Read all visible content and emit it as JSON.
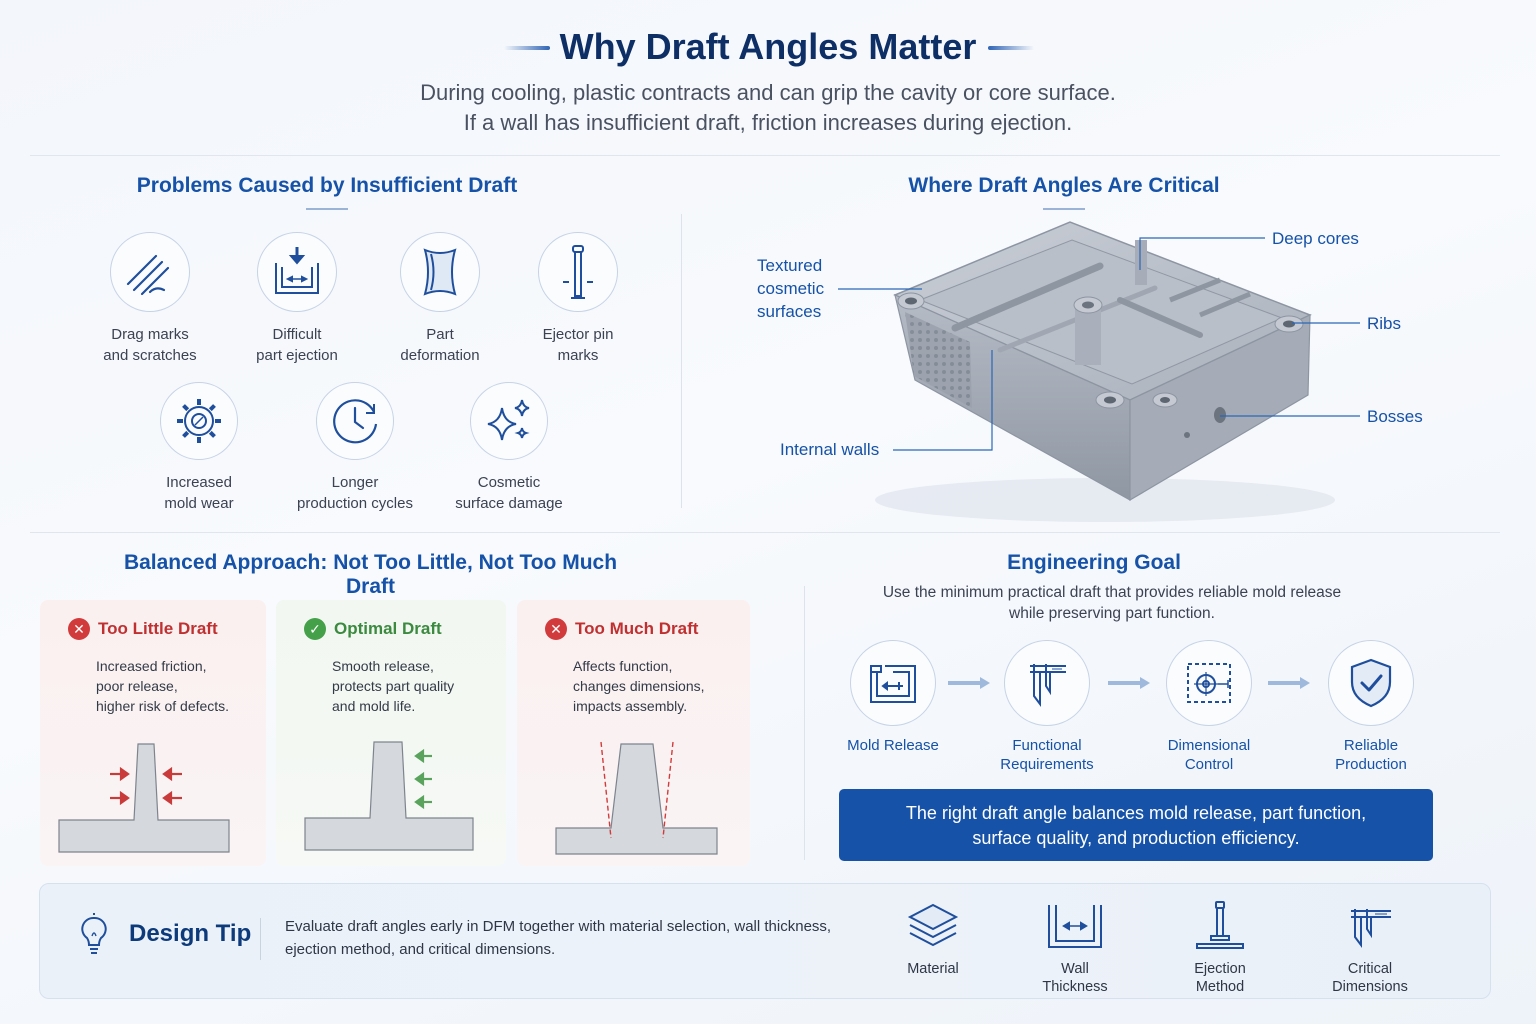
{
  "header": {
    "title": "Why Draft Angles Matter",
    "intro_line1": "During cooling, plastic contracts and can grip the cavity or core surface.",
    "intro_line2": "If a wall has insufficient draft, friction increases during ejection."
  },
  "problems": {
    "title": "Problems Caused by Insufficient Draft",
    "items": [
      {
        "icon": "drag-marks-icon",
        "line1": "Drag marks",
        "line2": "and scratches"
      },
      {
        "icon": "part-ejection-icon",
        "line1": "Difficult",
        "line2": "part ejection"
      },
      {
        "icon": "deformation-icon",
        "line1": "Part",
        "line2": "deformation"
      },
      {
        "icon": "ejector-pin-icon",
        "line1": "Ejector pin",
        "line2": "marks"
      },
      {
        "icon": "gear-icon",
        "line1": "Increased",
        "line2": "mold wear"
      },
      {
        "icon": "clock-icon",
        "line1": "Longer",
        "line2": "production cycles"
      },
      {
        "icon": "sparkle-icon",
        "line1": "Cosmetic",
        "line2": "surface damage"
      }
    ]
  },
  "critical": {
    "title": "Where Draft Angles Are Critical",
    "callouts": {
      "textured_line1": "Textured",
      "textured_line2": "cosmetic",
      "textured_line3": "surfaces",
      "deep_cores": "Deep cores",
      "ribs": "Ribs",
      "bosses": "Bosses",
      "internal_walls": "Internal walls"
    }
  },
  "balanced": {
    "title": "Balanced Approach: Not Too Little, Not Too Much Draft",
    "cards": [
      {
        "status": "bad",
        "title": "Too Little Draft",
        "line1": "Increased friction,",
        "line2": "poor release,",
        "line3": "higher risk of defects."
      },
      {
        "status": "good",
        "title": "Optimal Draft",
        "line1": "Smooth release,",
        "line2": "protects part quality",
        "line3": "and mold life."
      },
      {
        "status": "bad",
        "title": "Too Much Draft",
        "line1": "Affects function,",
        "line2": "changes dimensions,",
        "line3": "impacts assembly."
      }
    ]
  },
  "goal": {
    "title": "Engineering Goal",
    "desc_line1": "Use the minimum practical draft that provides reliable mold release",
    "desc_line2": "while preserving part function.",
    "steps": [
      {
        "icon": "mold-release-icon",
        "line1": "Mold Release",
        "line2": ""
      },
      {
        "icon": "caliper-icon",
        "line1": "Functional",
        "line2": "Requirements"
      },
      {
        "icon": "dimension-target-icon",
        "line1": "Dimensional",
        "line2": "Control"
      },
      {
        "icon": "shield-check-icon",
        "line1": "Reliable",
        "line2": "Production"
      }
    ],
    "banner_line1": "The right draft angle balances mold release, part function,",
    "banner_line2": "surface quality, and production efficiency."
  },
  "tip": {
    "title": "Design Tip",
    "text_line1": "Evaluate draft angles early in DFM together with material selection, wall thickness,",
    "text_line2": "ejection method, and critical dimensions.",
    "items": [
      {
        "icon": "layers-icon",
        "line1": "Material",
        "line2": ""
      },
      {
        "icon": "wall-thickness-icon",
        "line1": "Wall",
        "line2": "Thickness"
      },
      {
        "icon": "ejector-icon",
        "line1": "Ejection",
        "line2": "Method"
      },
      {
        "icon": "caliper-icon",
        "line1": "Critical",
        "line2": "Dimensions"
      }
    ]
  },
  "colors": {
    "primary": "#1552a8",
    "navy": "#0d2f66",
    "bad": "#c03030",
    "good": "#3b8a3f"
  }
}
